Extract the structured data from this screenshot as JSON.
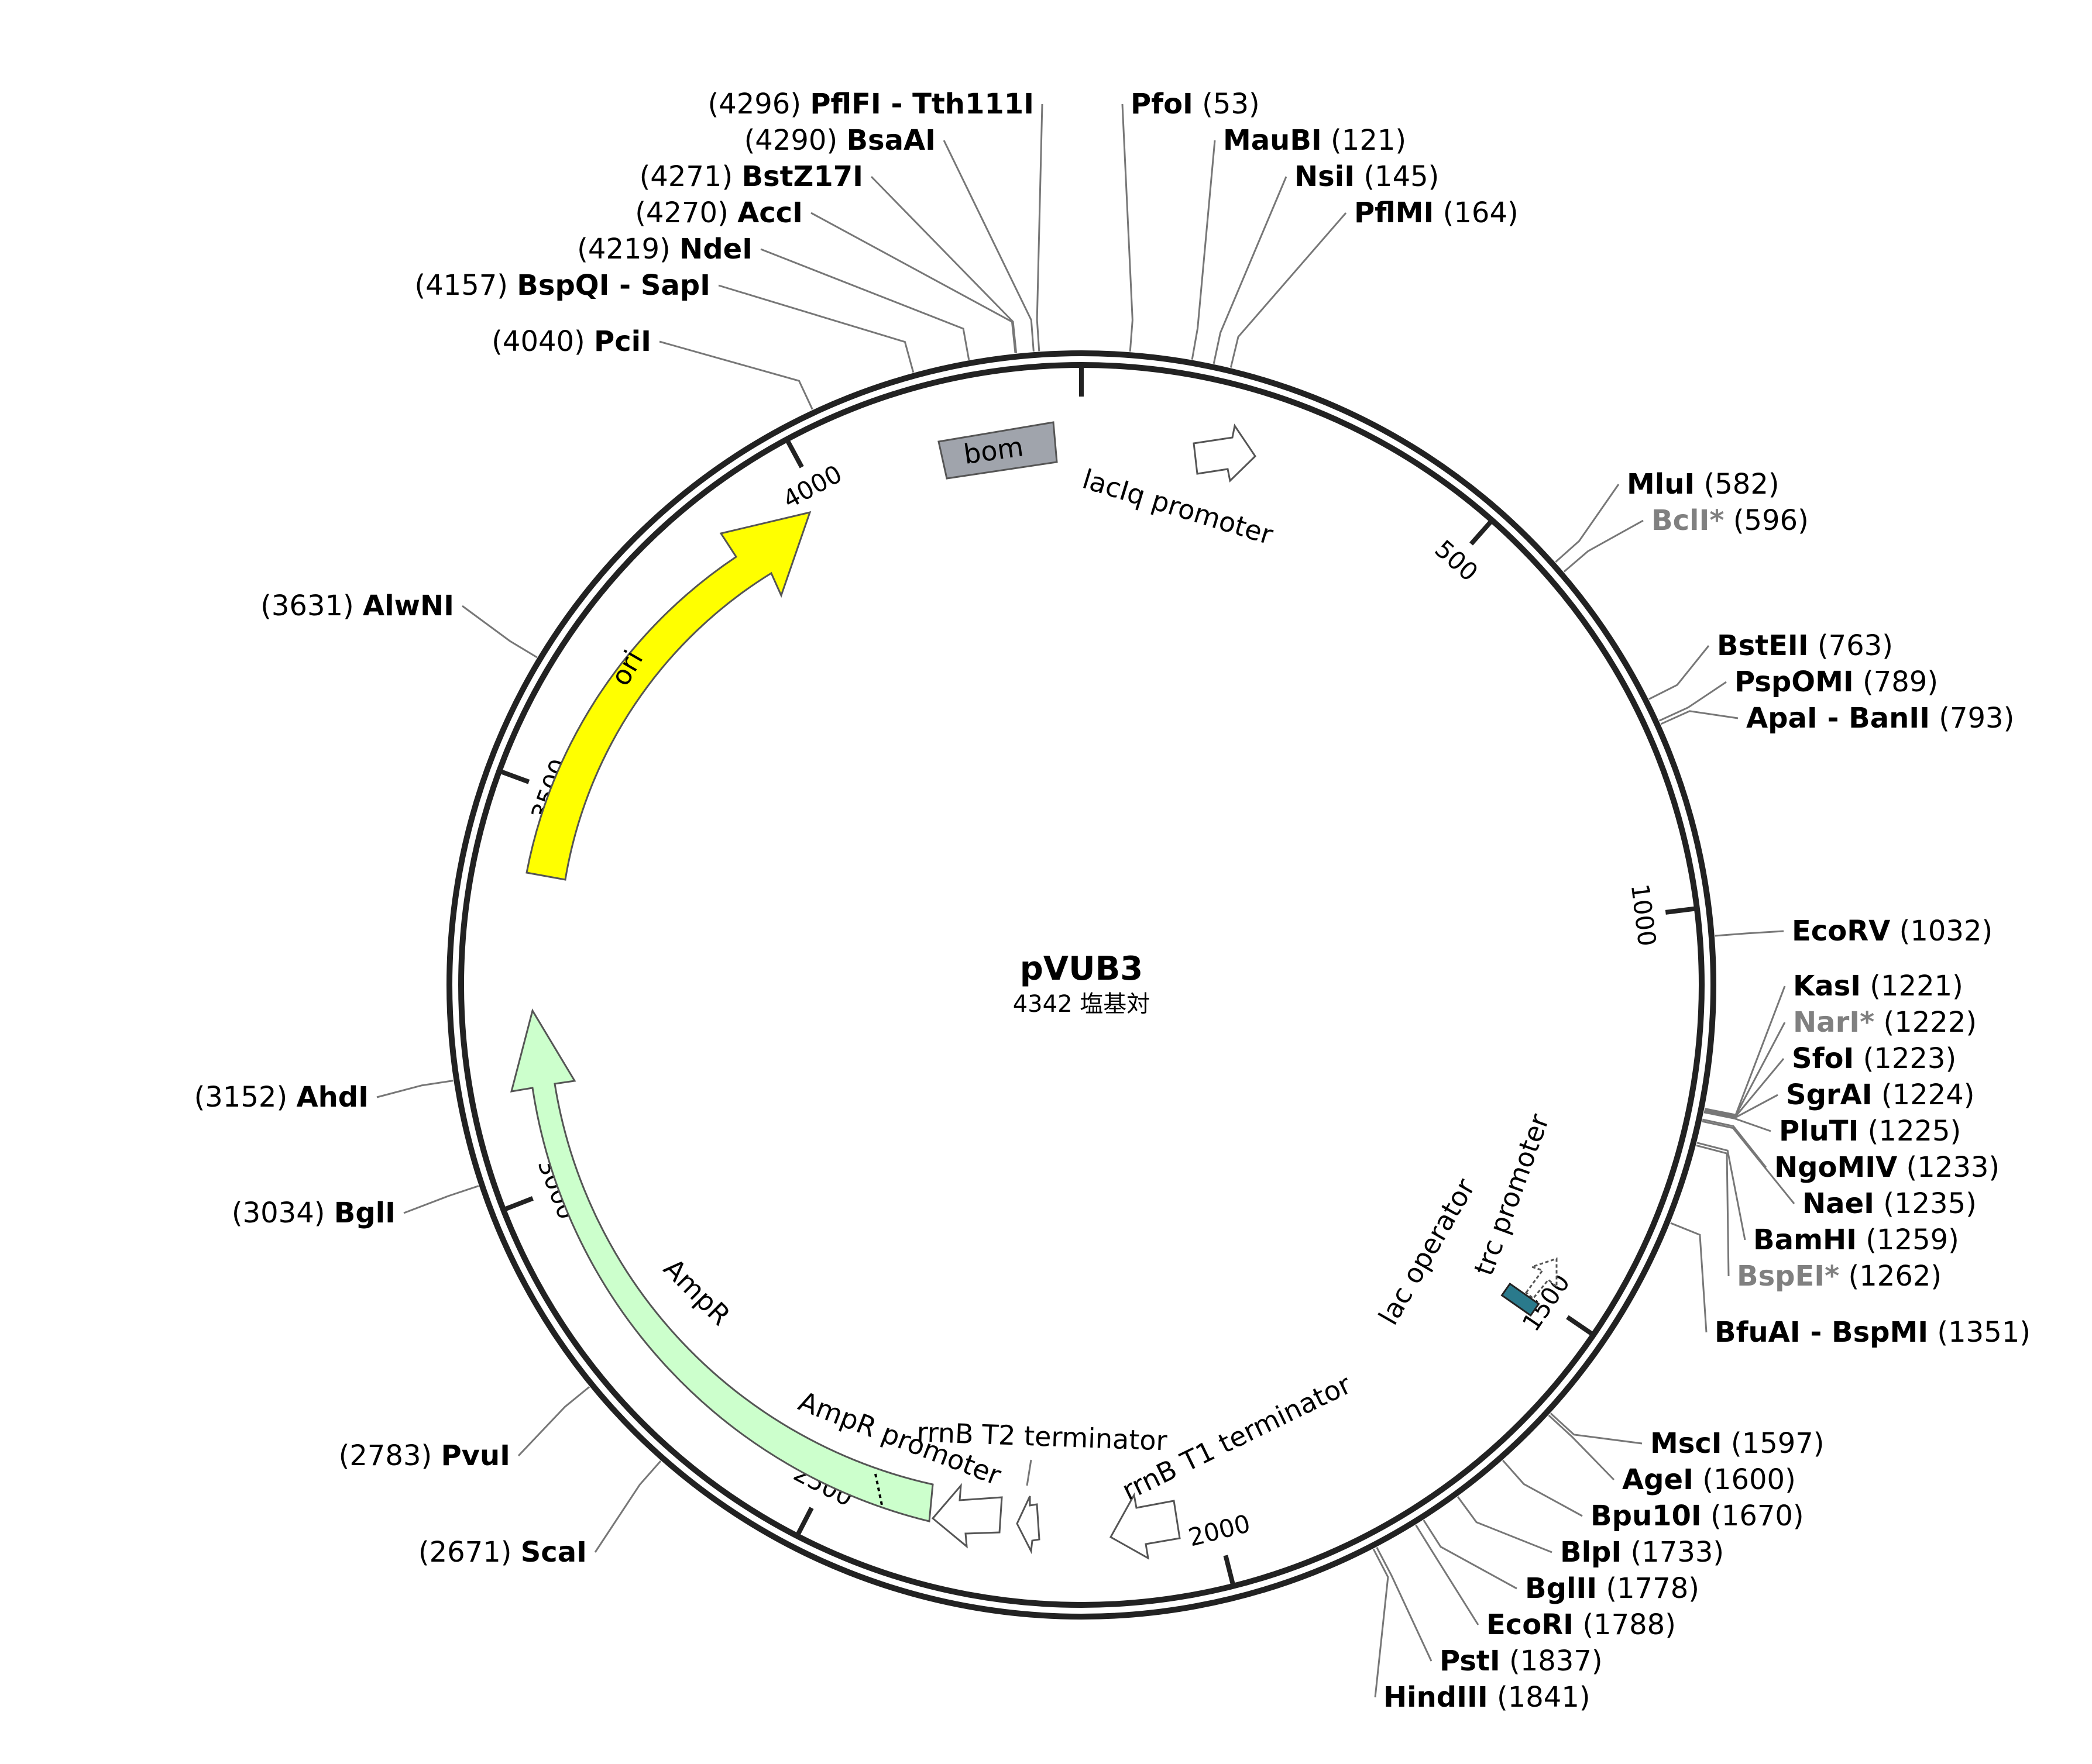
{
  "map": {
    "name": "pVUB3",
    "size_text": "4342 塩基対",
    "length_bp": 4342
  },
  "ticks": [
    {
      "bp": 0,
      "label": ""
    },
    {
      "bp": 500,
      "label": "500"
    },
    {
      "bp": 1000,
      "label": "1000"
    },
    {
      "bp": 1500,
      "label": "1500"
    },
    {
      "bp": 2000,
      "label": "2000"
    },
    {
      "bp": 2500,
      "label": "2500"
    },
    {
      "bp": 3000,
      "label": "3000"
    },
    {
      "bp": 3500,
      "label": "3500"
    },
    {
      "bp": 4000,
      "label": "4000"
    }
  ],
  "sites": [
    {
      "name": "PflFI",
      "name2": "Tth111I",
      "pos_text": "(4296)",
      "bp": 4296,
      "gray": false
    },
    {
      "name": "BsaAI",
      "pos_text": "(4290)",
      "bp": 4290,
      "gray": false
    },
    {
      "name": "BstZ17I",
      "pos_text": "(4271)",
      "bp": 4271,
      "gray": false
    },
    {
      "name": "AccI",
      "pos_text": "(4270)",
      "bp": 4270,
      "gray": false
    },
    {
      "name": "NdeI",
      "pos_text": "(4219)",
      "bp": 4219,
      "gray": false
    },
    {
      "name": "BspQI",
      "name2": "SapI",
      "pos_text": "(4157)",
      "bp": 4157,
      "gray": false
    },
    {
      "name": "PciI",
      "pos_text": "(4040)",
      "bp": 4040,
      "gray": false
    },
    {
      "name": "AlwNI",
      "pos_text": "(3631)",
      "bp": 3631,
      "gray": false
    },
    {
      "name": "AhdI",
      "pos_text": "(3152)",
      "bp": 3152,
      "gray": false
    },
    {
      "name": "BglI",
      "pos_text": "(3034)",
      "bp": 3034,
      "gray": false
    },
    {
      "name": "PvuI",
      "pos_text": "(2783)",
      "bp": 2783,
      "gray": false
    },
    {
      "name": "ScaI",
      "pos_text": "(2671)",
      "bp": 2671,
      "gray": false
    },
    {
      "name": "PfoI",
      "pos_text": "(53)",
      "bp": 53,
      "gray": false
    },
    {
      "name": "MauBI",
      "pos_text": "(121)",
      "bp": 121,
      "gray": false
    },
    {
      "name": "NsiI",
      "pos_text": "(145)",
      "bp": 145,
      "gray": false
    },
    {
      "name": "PflMI",
      "pos_text": "(164)",
      "bp": 164,
      "gray": false
    },
    {
      "name": "MluI",
      "pos_text": "(582)",
      "bp": 582,
      "gray": false
    },
    {
      "name": "BclI*",
      "pos_text": "(596)",
      "bp": 596,
      "gray": true
    },
    {
      "name": "BstEII",
      "pos_text": "(763)",
      "bp": 763,
      "gray": false
    },
    {
      "name": "PspOMI",
      "pos_text": "(789)",
      "bp": 789,
      "gray": false
    },
    {
      "name": "ApaI",
      "name2": "BanII",
      "pos_text": "(793)",
      "bp": 793,
      "gray": false
    },
    {
      "name": "EcoRV",
      "pos_text": "(1032)",
      "bp": 1032,
      "gray": false
    },
    {
      "name": "KasI",
      "pos_text": "(1221)",
      "bp": 1221,
      "gray": false
    },
    {
      "name": "NarI*",
      "pos_text": "(1222)",
      "bp": 1222,
      "gray": true
    },
    {
      "name": "SfoI",
      "pos_text": "(1223)",
      "bp": 1223,
      "gray": false
    },
    {
      "name": "SgrAI",
      "pos_text": "(1224)",
      "bp": 1224,
      "gray": false
    },
    {
      "name": "PluTI",
      "pos_text": "(1225)",
      "bp": 1225,
      "gray": false
    },
    {
      "name": "NgoMIV",
      "pos_text": "(1233)",
      "bp": 1233,
      "gray": false
    },
    {
      "name": "NaeI",
      "pos_text": "(1235)",
      "bp": 1235,
      "gray": false
    },
    {
      "name": "BamHI",
      "pos_text": "(1259)",
      "bp": 1259,
      "gray": false
    },
    {
      "name": "BspEI*",
      "pos_text": "(1262)",
      "bp": 1262,
      "gray": true
    },
    {
      "name": "BfuAI",
      "name2": "BspMI",
      "pos_text": "(1351)",
      "bp": 1351,
      "gray": false
    },
    {
      "name": "MscI",
      "pos_text": "(1597)",
      "bp": 1597,
      "gray": false
    },
    {
      "name": "AgeI",
      "pos_text": "(1600)",
      "bp": 1600,
      "gray": false
    },
    {
      "name": "Bpu10I",
      "pos_text": "(1670)",
      "bp": 1670,
      "gray": false
    },
    {
      "name": "BlpI",
      "pos_text": "(1733)",
      "bp": 1733,
      "gray": false
    },
    {
      "name": "BglII",
      "pos_text": "(1778)",
      "bp": 1778,
      "gray": false
    },
    {
      "name": "EcoRI",
      "pos_text": "(1788)",
      "bp": 1788,
      "gray": false
    },
    {
      "name": "PstI",
      "pos_text": "(1837)",
      "bp": 1837,
      "gray": false
    },
    {
      "name": "HindIII",
      "pos_text": "(1841)",
      "bp": 1841,
      "gray": false
    }
  ],
  "features": [
    {
      "label": "bom",
      "color": "#a0a4ac"
    },
    {
      "label": "lacIq promoter",
      "color": "#ffffff"
    },
    {
      "label": "ori",
      "color": "#ffff00"
    },
    {
      "label": "AmpR",
      "color": "#ccffcc"
    },
    {
      "label": "AmpR promoter",
      "color": "#ffffff"
    },
    {
      "label": "rrnB T2 terminator",
      "color": "#ffffff"
    },
    {
      "label": "rrnB T1 terminator",
      "color": "#ffffff"
    },
    {
      "label": "lac operator",
      "color": "#2a7a8c"
    },
    {
      "label": "trc promoter",
      "color": "#ffffff"
    }
  ]
}
